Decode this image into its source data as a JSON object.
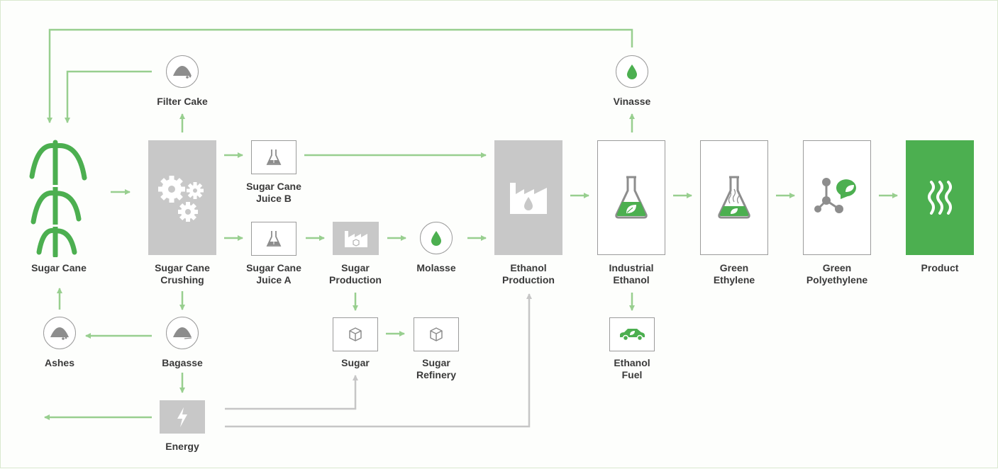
{
  "colors": {
    "accent_green": "#4caf50",
    "line_green": "#98cf8f",
    "line_gray": "#c6c6c6",
    "icon_gray": "#8d8d8d",
    "box_gray": "#c8c8c8"
  },
  "labels": {
    "sugar_cane": "Sugar Cane",
    "filter_cake": "Filter Cake",
    "sugar_cane_crushing": "Sugar Cane\nCrushing",
    "sugar_cane_juice_b": "Sugar Cane\nJuice B",
    "sugar_cane_juice_a": "Sugar Cane\nJuice A",
    "sugar_production": "Sugar\nProduction",
    "molasse": "Molasse",
    "ethanol_production": "Ethanol\nProduction",
    "vinasse": "Vinasse",
    "industrial_ethanol": "Industrial\nEthanol",
    "green_ethylene": "Green\nEthylene",
    "green_polyethylene": "Green\nPolyethylene",
    "product": "Product",
    "ashes": "Ashes",
    "bagasse": "Bagasse",
    "sugar": "Sugar",
    "sugar_refinery": "Sugar\nRefinery",
    "ethanol_fuel": "Ethanol\nFuel",
    "energy": "Energy"
  },
  "icons": {
    "filter_cake": "powder-pile-icon",
    "vinasse": "droplet-icon",
    "molasse": "droplet-icon",
    "ashes": "powder-pile-icon",
    "bagasse": "powder-pile-icon",
    "crushing": "gears-icon",
    "juice": "flask-icon",
    "sugar_production": "factory-icon",
    "ethanol_production": "factory-drop-icon",
    "sugar": "cube-icon",
    "industrial_ethanol": "flask-leaf-icon",
    "green_ethylene": "flask-vapor-leaf-icon",
    "green_polyethylene": "molecule-leaf-icon",
    "product": "wavy-lines-icon",
    "ethanol_fuel": "car-leaf-icon",
    "energy": "lightning-icon",
    "sugar_cane": "sugar-cane-plant-icon"
  }
}
